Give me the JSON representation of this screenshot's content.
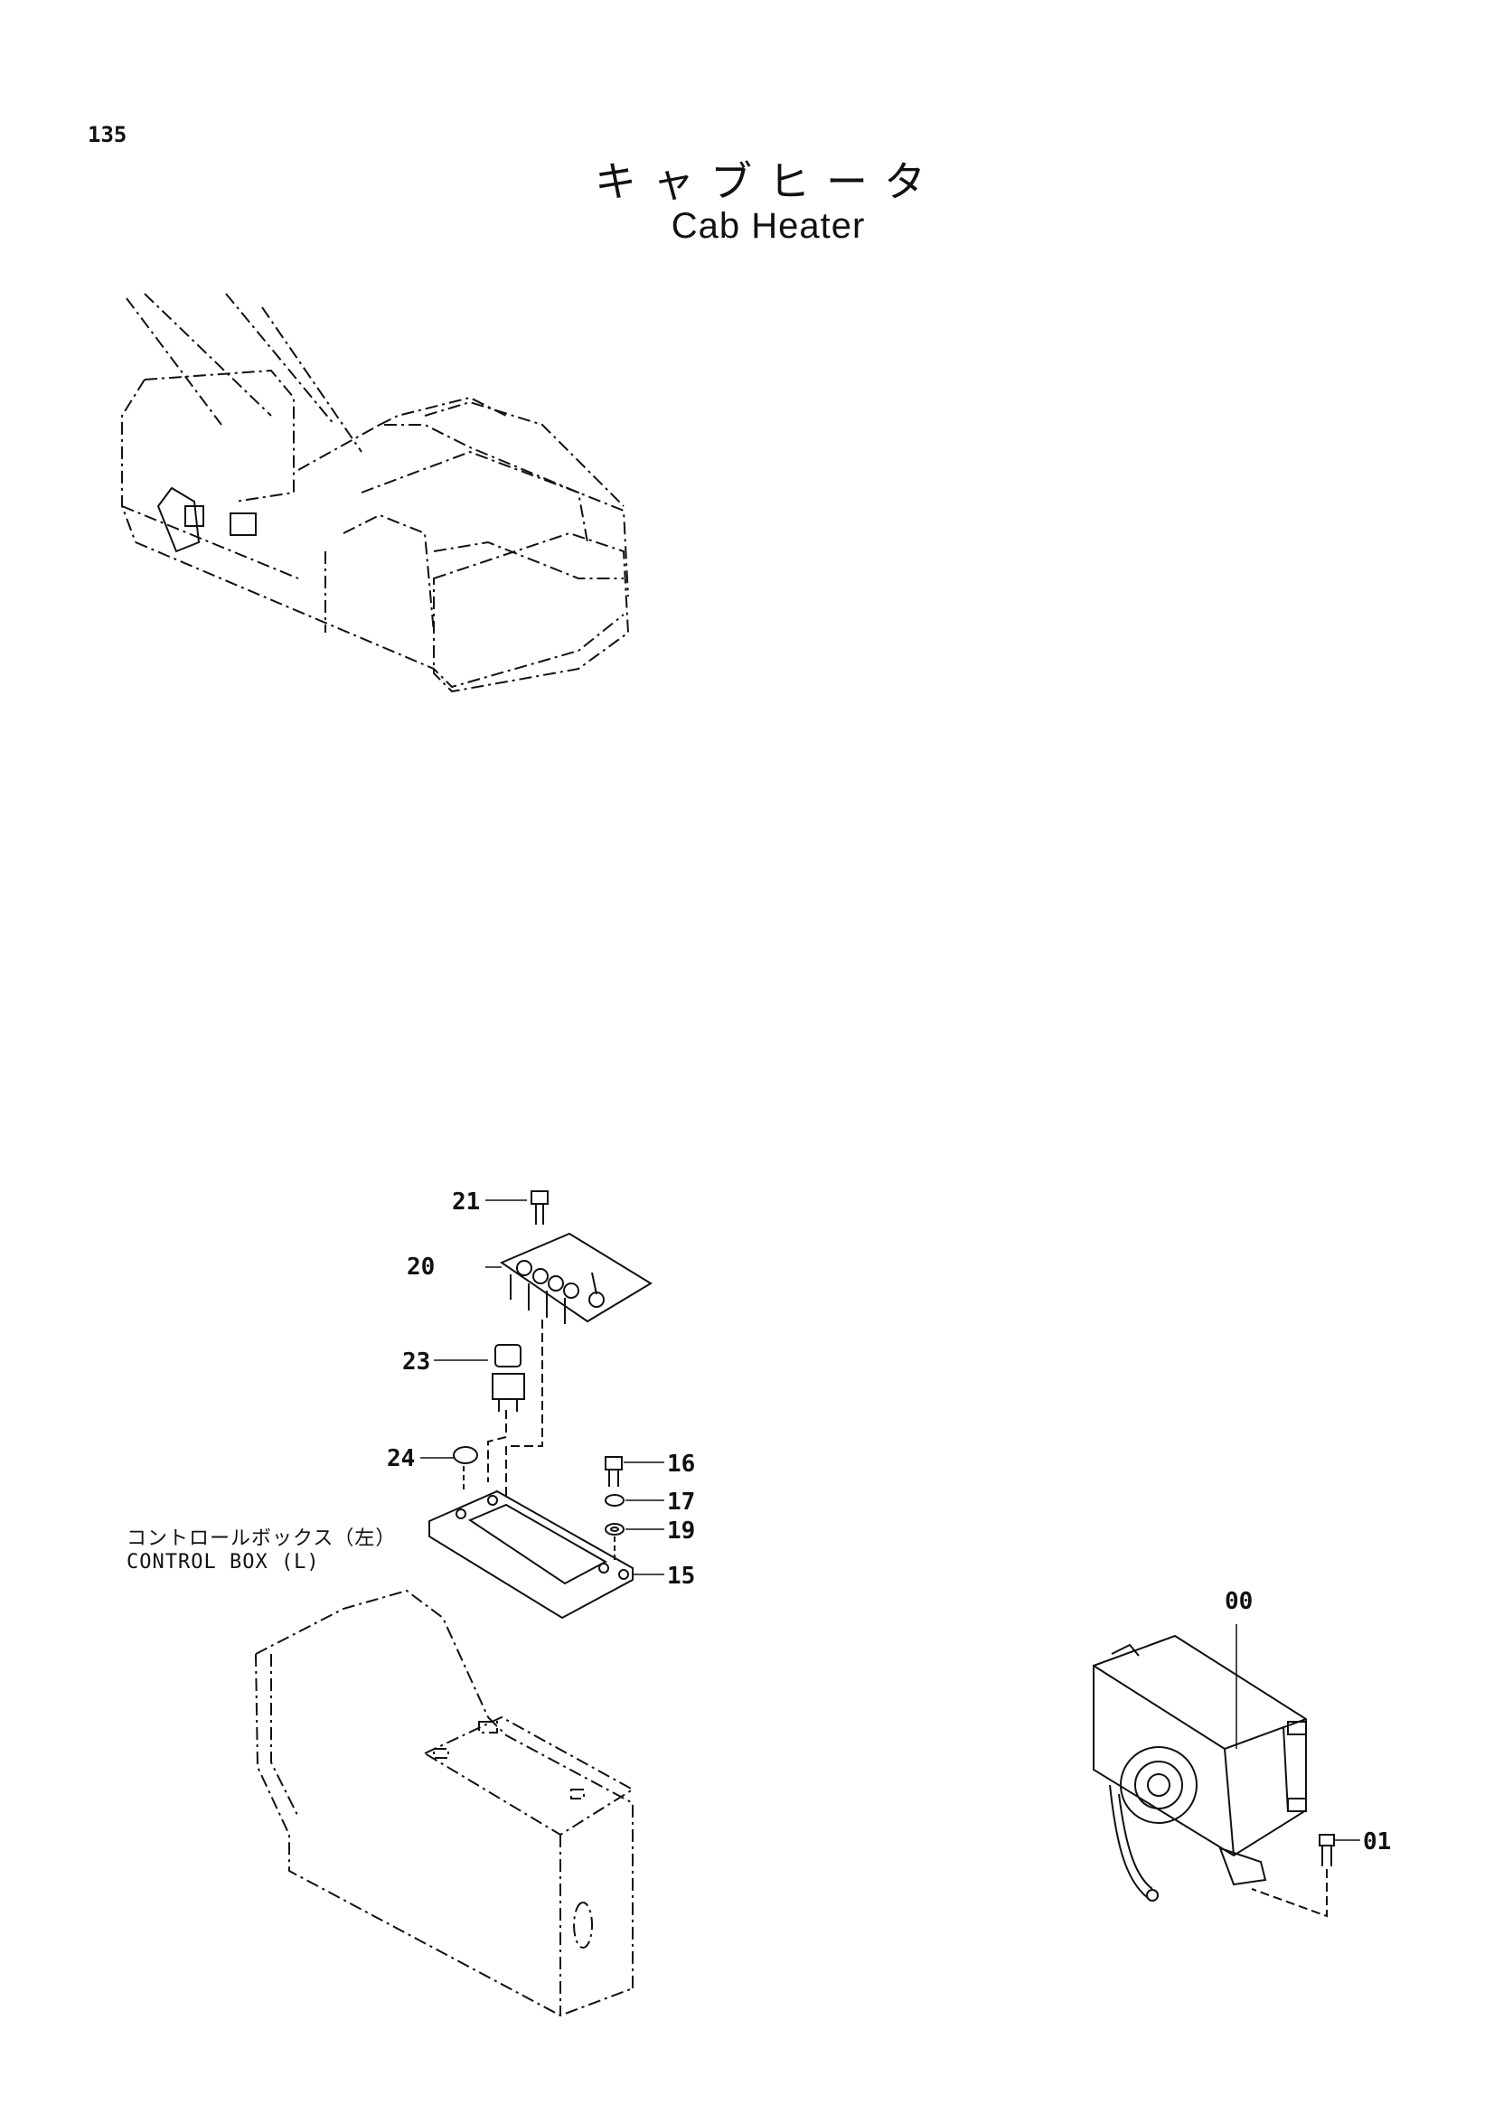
{
  "page": {
    "number": "135",
    "title_jp": "キャブヒータ",
    "title_en": "Cab Heater"
  },
  "control_box": {
    "label_jp": "コントロールボックス（左）",
    "label_en": "CONTROL BOX (L)"
  },
  "callouts": {
    "p21": "21",
    "p20": "20",
    "p23": "23",
    "p24": "24",
    "p16": "16",
    "p17": "17",
    "p19": "19",
    "p15": "15",
    "p00": "00",
    "p01": "01"
  }
}
